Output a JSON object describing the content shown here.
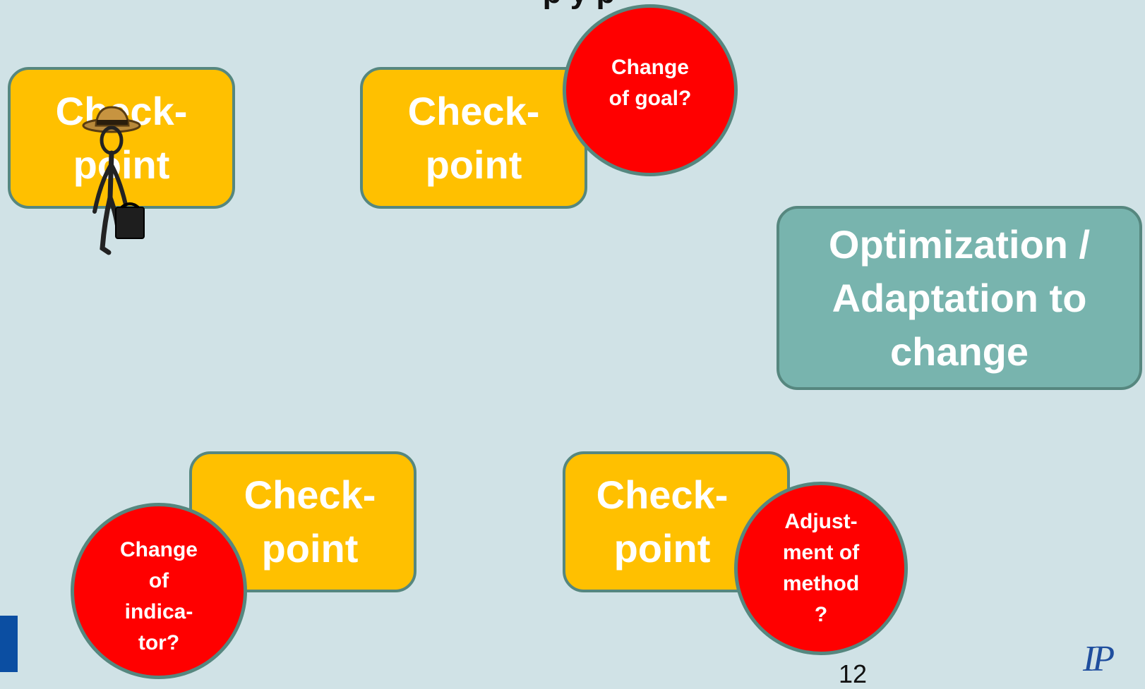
{
  "slide": {
    "title_fragment": "p    y p",
    "page_number": "12",
    "logo_text": "IP"
  },
  "checkpoints": [
    {
      "label": "Check-\npoint"
    },
    {
      "label": "Check-\npoint"
    },
    {
      "label": "Check-\npoint"
    },
    {
      "label": "Check-\npoint"
    }
  ],
  "optimization_box": {
    "label": "Optimization /\nAdaptation to\nchange"
  },
  "questions": {
    "goal": "Change\nof goal?",
    "indicator": "Change\nof\nindica-\ntor?",
    "method": "Adjust-\nment of\nmethod\n?"
  },
  "colors": {
    "background": "#d0e2e6",
    "checkpoint_fill": "#ffc000",
    "optimization_fill": "#78b4ae",
    "question_fill": "#ff0000",
    "border": "#56877f",
    "logo_blue": "#1f4e9e"
  },
  "icons": [
    "walking-businessman-icon"
  ]
}
